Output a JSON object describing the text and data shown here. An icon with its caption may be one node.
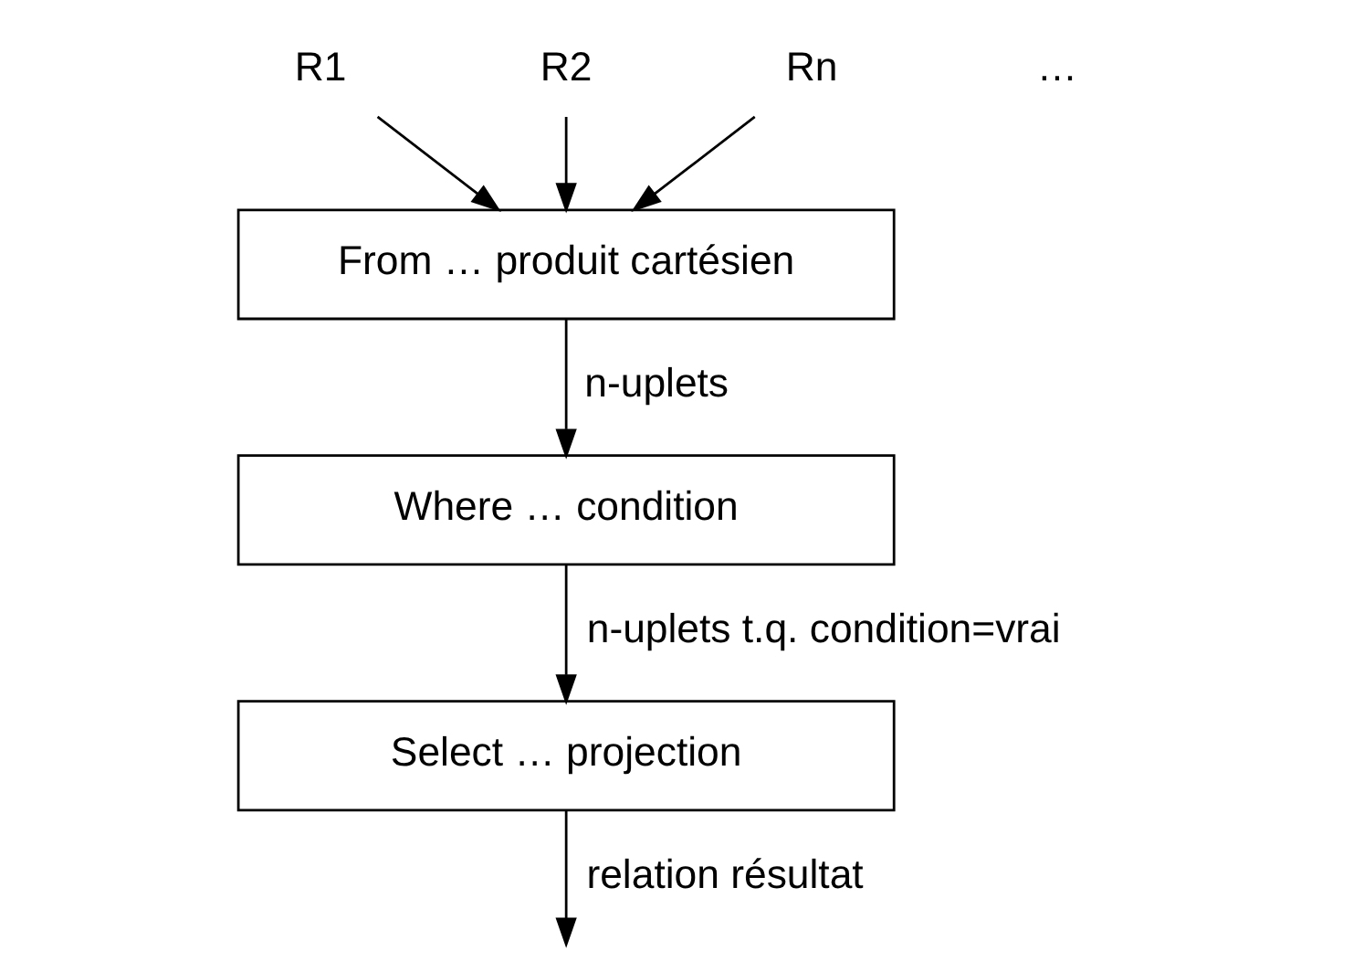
{
  "diagram": {
    "nodes": [
      {
        "text": [
          "R1"
        ]
      },
      {
        "text": [
          "R2"
        ]
      },
      {
        "text": [
          "Rn"
        ]
      },
      {
        "text": [
          "From … produit cartésien"
        ]
      },
      {
        "text": [
          "Where … condition"
        ]
      },
      {
        "text": [
          "Select … projection"
        ]
      }
    ],
    "edges": [
      {
        "from": 0,
        "to": 3,
        "arrow": "to"
      },
      {
        "from": 1,
        "to": 3,
        "arrow": "to"
      },
      {
        "from": 2,
        "to": 3,
        "arrow": "to"
      },
      {
        "from": 3,
        "to": 4,
        "arrow": "to",
        "label": "n-uplets"
      },
      {
        "from": 4,
        "to": 5,
        "arrow": "to",
        "label": "n-uplets t.q. condition=vrai"
      },
      {
        "from": 5,
        "to": null,
        "arrow": "to",
        "label": "relation résultat"
      }
    ],
    "labels": [
      "…"
    ]
  }
}
